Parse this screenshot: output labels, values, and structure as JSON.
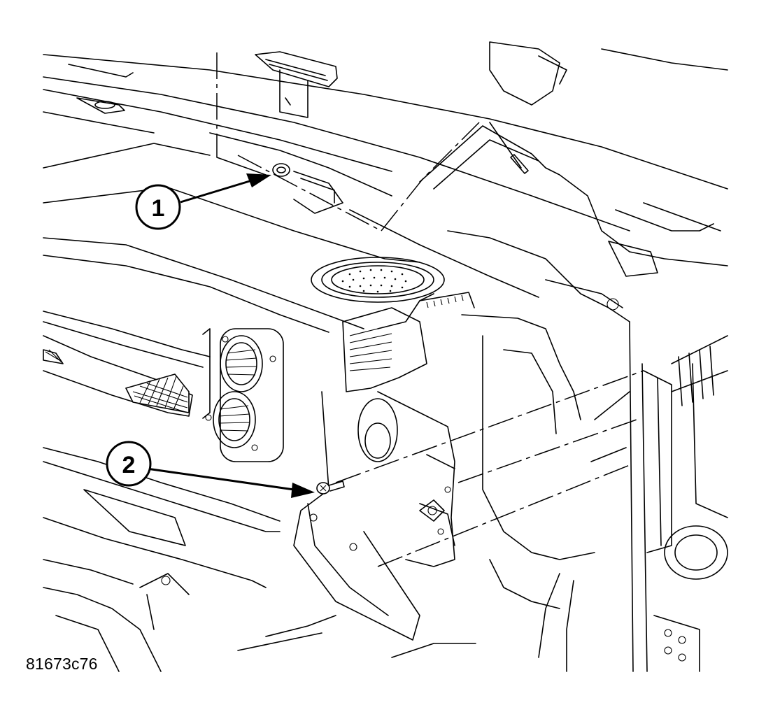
{
  "callouts": [
    {
      "label": "1",
      "part": "fastener"
    },
    {
      "label": "2",
      "part": "screw"
    }
  ],
  "figure_id": "81673c76",
  "colors": {
    "ink": "#000000",
    "paper": "#ffffff"
  }
}
